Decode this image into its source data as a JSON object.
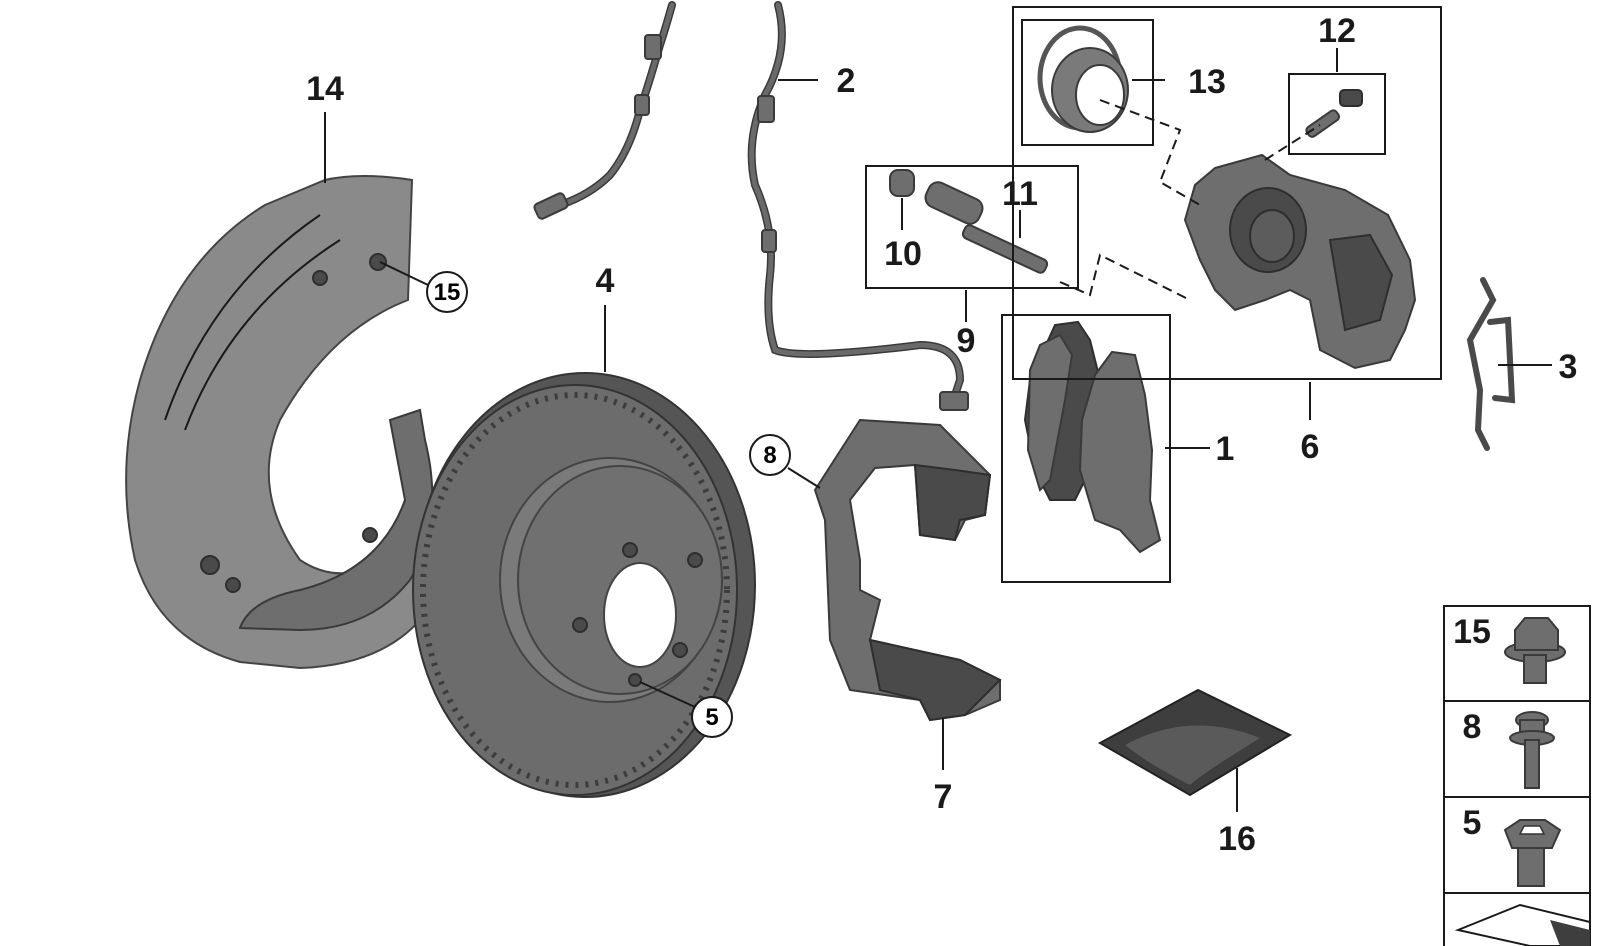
{
  "callouts": {
    "c1": "1",
    "c2": "2",
    "c3": "3",
    "c4": "4",
    "c5": "5",
    "c6": "6",
    "c7": "7",
    "c8": "8",
    "c9": "9",
    "c10": "10",
    "c11": "11",
    "c12": "12",
    "c13": "13",
    "c14": "14",
    "c15": "15",
    "c16": "16"
  },
  "legend": {
    "items": [
      "15",
      "8",
      "5"
    ]
  }
}
